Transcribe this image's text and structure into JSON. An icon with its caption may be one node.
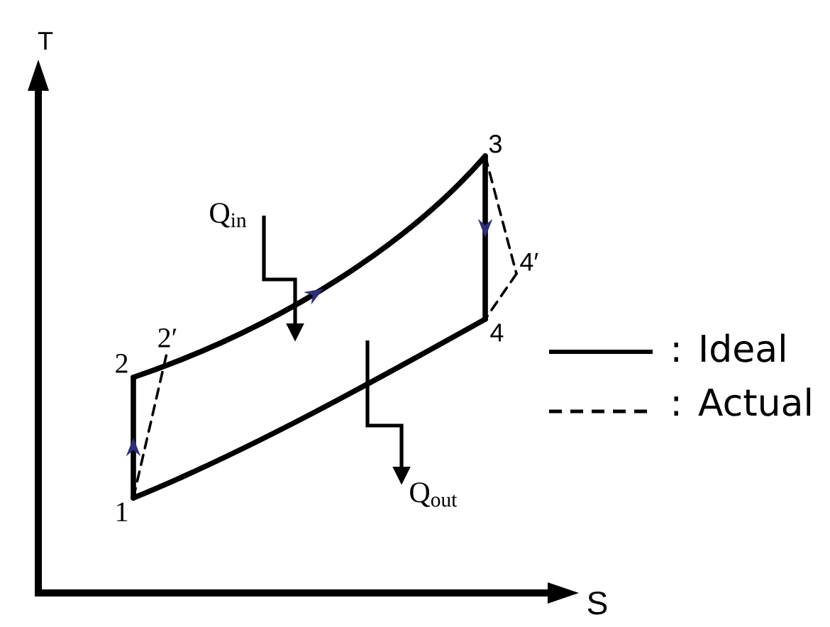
{
  "diagram": {
    "nodes": [
      {
        "text": [
          "1"
        ]
      },
      {
        "text": [
          "2"
        ]
      },
      {
        "text": [
          "2′"
        ]
      },
      {
        "text": [
          "3"
        ]
      },
      {
        "text": [
          "4"
        ]
      },
      {
        "text": [
          "4′"
        ]
      }
    ],
    "edges": [
      {
        "from": 0,
        "to": 1,
        "arrow": "to"
      },
      {
        "from": 1,
        "to": 3,
        "arrow": "to"
      },
      {
        "from": 3,
        "to": 4,
        "arrow": "to"
      },
      {
        "from": 4,
        "to": 0,
        "arrow": "none"
      },
      {
        "from": 0,
        "to": 2,
        "arrow": "none",
        "style": "dashed"
      },
      {
        "from": 3,
        "to": 5,
        "arrow": "none",
        "style": "dashed"
      },
      {
        "from": 5,
        "to": 4,
        "arrow": "none",
        "style": "dashed"
      }
    ],
    "labels": [
      "T",
      "Q$_{in}$",
      "Q$_{out}$",
      "S"
    ],
    "legend": [
      {
        "text": ": Ideal"
      },
      {
        "text": ": Actual"
      }
    ]
  }
}
